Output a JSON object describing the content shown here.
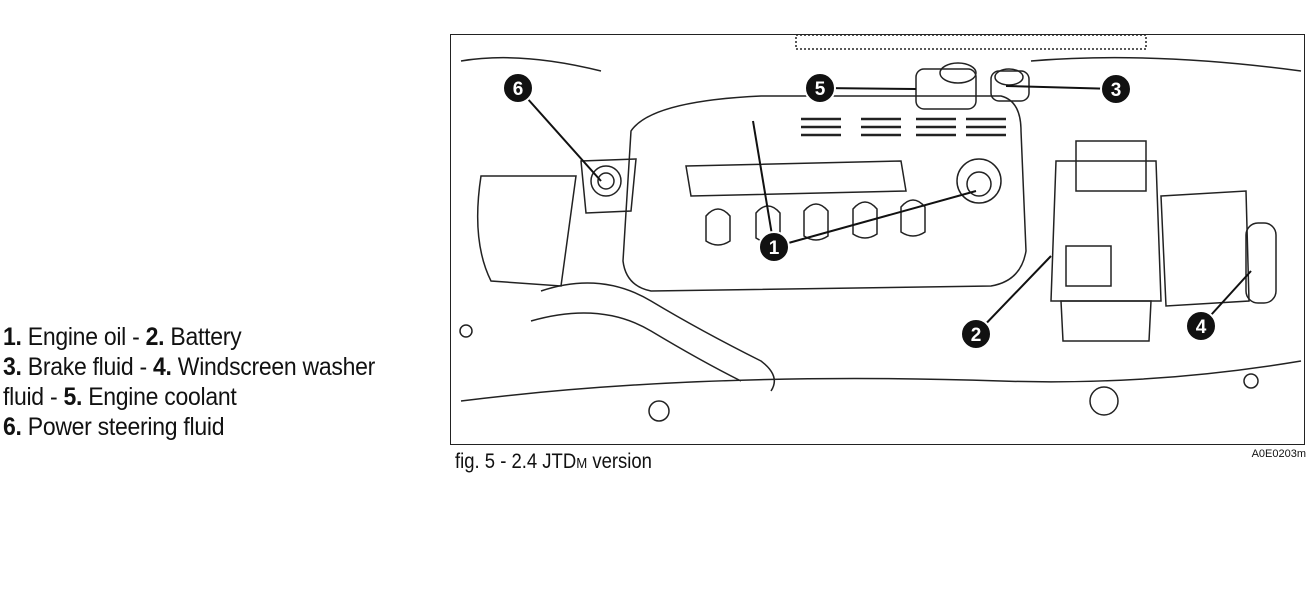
{
  "legend": [
    {
      "num": "1.",
      "label": "Engine oil",
      "sep": " - "
    },
    {
      "num": "2.",
      "label": "Battery",
      "sep": ""
    },
    {
      "num": "3.",
      "label": "Brake fluid",
      "sep": " - "
    },
    {
      "num": "4.",
      "label": "Windscreen washer fluid",
      "sep": " - "
    },
    {
      "num": "5.",
      "label": "Engine coolant",
      "sep": ""
    },
    {
      "num": "6.",
      "label": "Power steering fluid",
      "sep": ""
    }
  ],
  "figure": {
    "caption_prefix": "fig. 5 - 2.4 JTD",
    "caption_sc": "M",
    "caption_suffix": " version",
    "code": "A0E0203m",
    "callouts": [
      "1",
      "2",
      "3",
      "4",
      "5",
      "6"
    ]
  }
}
